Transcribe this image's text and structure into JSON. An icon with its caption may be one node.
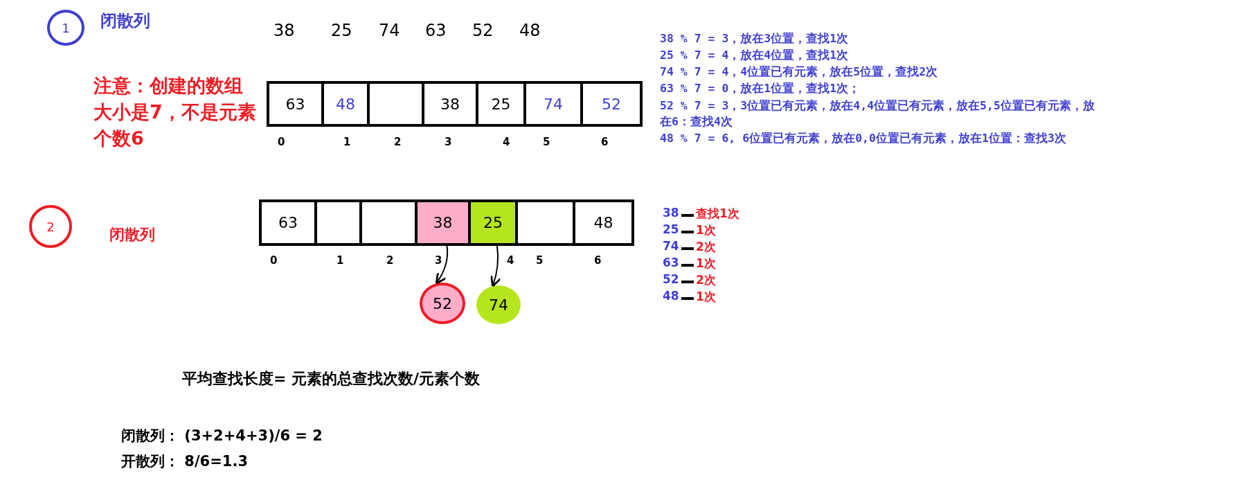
{
  "diagram": {
    "nodes": [
      {
        "text": [
          "1"
        ]
      },
      {
        "text": [
          "63"
        ]
      },
      {
        "text": [
          "48"
        ]
      },
      {
        "text": [],
        "shape": "box"
      },
      {
        "text": [
          "38"
        ]
      },
      {
        "text": [
          "25"
        ]
      },
      {
        "text": [
          "74"
        ]
      },
      {
        "text": [
          "52"
        ]
      },
      {
        "text": [
          "2"
        ]
      },
      {
        "text": [
          "63"
        ]
      },
      {
        "text": [],
        "shape": "box"
      },
      {
        "text": [],
        "shape": "box"
      },
      {
        "text": [
          "38"
        ]
      },
      {
        "text": [
          "25"
        ]
      },
      {
        "text": [],
        "shape": "box"
      },
      {
        "text": [
          "48"
        ]
      },
      {
        "text": [
          "52"
        ]
      },
      {
        "text": [
          "74"
        ]
      }
    ],
    "edges": [
      {
        "from": 12,
        "to": 16,
        "arrow": "to"
      },
      {
        "from": 13,
        "to": 17,
        "arrow": "to"
      }
    ],
    "labels": [
      "闭散列",
      "38",
      "25",
      "74",
      "63",
      "52",
      "48",
      "注意：创建的数组大小是7，不是元素个数6",
      "0",
      "1",
      "2",
      "3",
      "4",
      "5",
      "6",
      "38 % 7 = 3，放在3位置，查找1次",
      "25 % 7 = 4，放在4位置，查找1次",
      "74 % 7 = 4，4位置已有元素，放在5位置，查找2次",
      "63 % 7 = 0，放在1位置，查找1次；",
      "52 % 7 = 3，3位置已有元素，放在4,4位置已有元素，放在5,5位置已有元素，放在6：查找4次",
      "48 % 7 = 6, 6位置已有元素，放在0,0位置已有元素，放在1位置：查找3次",
      "闭散列",
      "0",
      "1",
      "2",
      "3",
      "4",
      "5",
      "6",
      "38",
      "查找1次",
      "25",
      "1次",
      "74",
      "2次",
      "63",
      "1次",
      "52",
      "2次",
      "48",
      "1次",
      "平均查找长度= 元素的总查找次数/元素个数",
      "闭散列：  (3+2+4+3)/6 = 2",
      "开散列：  8/6=1.3"
    ]
  }
}
